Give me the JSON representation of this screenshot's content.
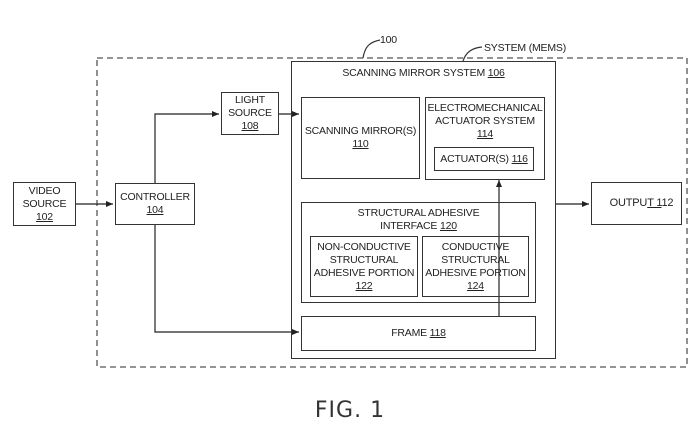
{
  "figure": {
    "caption": "FIG. 1",
    "ref_system": "100",
    "ref_mems": "SYSTEM (MEMS)"
  },
  "blocks": {
    "video_source": {
      "line1": "VIDEO",
      "line2": "SOURCE",
      "ref": "102"
    },
    "controller": {
      "line1": "CONTROLLER",
      "ref": "104"
    },
    "light_source": {
      "line1": "LIGHT",
      "line2": "SOURCE",
      "ref": "108"
    },
    "scanning_mirror_system": {
      "title": "SCANNING MIRROR SYSTEM ",
      "ref": "106"
    },
    "scanning_mirrors": {
      "line1": "SCANNING MIRROR(S)",
      "ref": "110"
    },
    "electromechanical": {
      "line1": "ELECTROMECHANICAL",
      "line2": "ACTUATOR SYSTEM",
      "ref": "114"
    },
    "actuators": {
      "line1": "ACTUATOR(S) ",
      "ref": "116"
    },
    "adhesive_interface": {
      "line1": "STRUCTURAL ADHESIVE",
      "line2": "INTERFACE ",
      "ref": "120"
    },
    "non_conductive": {
      "line1": "NON-CONDUCTIVE",
      "line2": "STRUCTURAL",
      "line3": "ADHESIVE PORTION",
      "ref": "122"
    },
    "conductive": {
      "line1": "CONDUCTIVE",
      "line2": "STRUCTURAL",
      "line3": "ADHESIVE PORTION",
      "ref": "124"
    },
    "frame": {
      "line1": "FRAME ",
      "ref": "118"
    },
    "output": {
      "line1a": "OUTPU",
      "line1b": "T 1",
      "line1c": "12"
    }
  }
}
